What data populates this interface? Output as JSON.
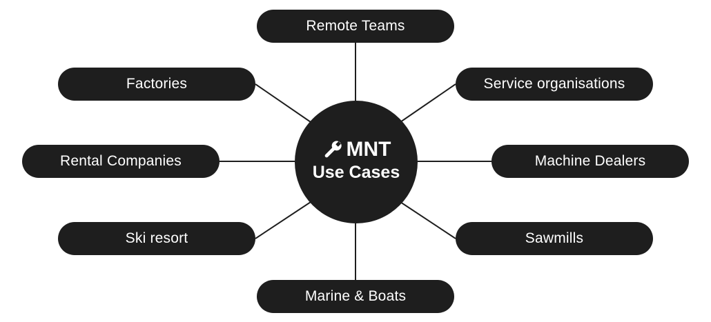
{
  "hub": {
    "title": "MNT",
    "subtitle": "Use Cases",
    "icon": "wrench-icon"
  },
  "nodes": {
    "top": "Remote Teams",
    "top_left": "Factories",
    "top_right": "Service organisations",
    "left": "Rental Companies",
    "right": "Machine Dealers",
    "bottom_left": "Ski resort",
    "bottom_right": "Sawmills",
    "bottom": "Marine & Boats"
  },
  "colors": {
    "fill": "#1e1e1e",
    "text": "#ffffff",
    "background": "#ffffff"
  }
}
